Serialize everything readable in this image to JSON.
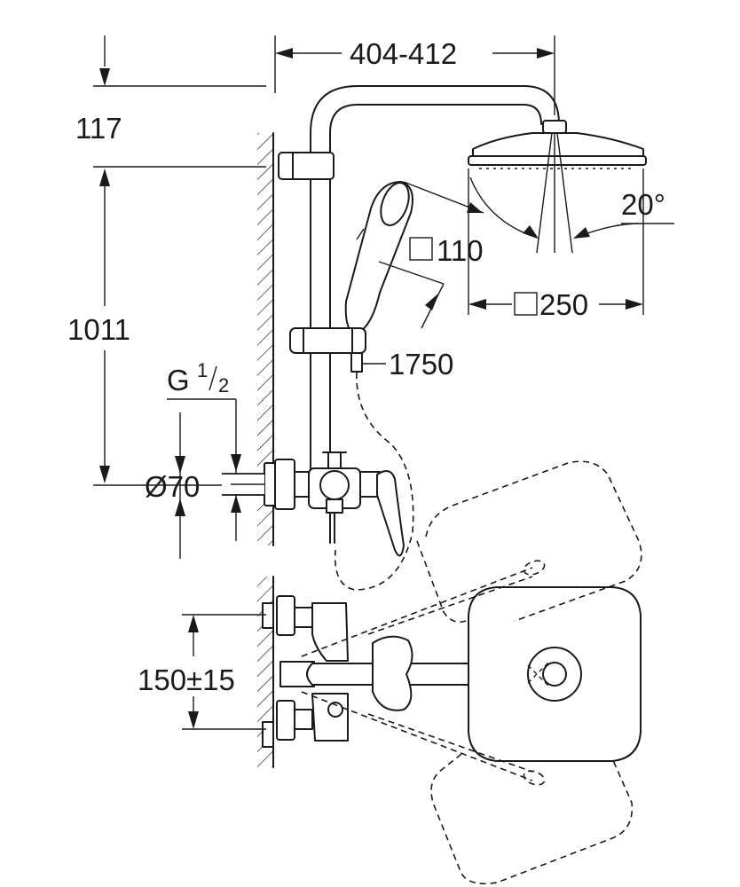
{
  "dimensions": {
    "total_width": "404-412",
    "top_offset": "117",
    "height_to_outlet": "1011",
    "thread": "G",
    "thread_frac_num": "1",
    "thread_frac_den": "2",
    "escutcheon_diameter": "Ø70",
    "hand_shower_size": "110",
    "head_shower_size": "250",
    "hose_length": "1750",
    "spray_angle": "20°",
    "inlet_spacing": "150±15"
  },
  "colors": {
    "line": "#1a1a1a",
    "background": "#ffffff"
  }
}
